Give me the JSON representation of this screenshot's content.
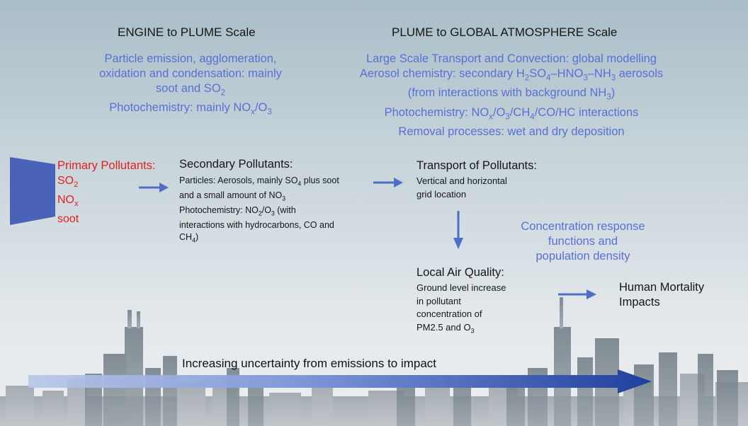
{
  "headers": {
    "engine_scale": "ENGINE to PLUME Scale",
    "global_scale": "PLUME to GLOBAL ATMOSPHERE Scale"
  },
  "engine_processes": [
    "Particle emission, agglomeration,",
    "oxidation and condensation: mainly",
    [
      "soot and SO",
      "2",
      ""
    ],
    [
      "Photochemistry: mainly NO",
      "x",
      "/O",
      "3",
      ""
    ]
  ],
  "global_processes": [
    "Large Scale Transport and Convection: global modelling",
    [
      "Aerosol chemistry: secondary H",
      "2",
      "SO",
      "4",
      "–HNO",
      "3",
      "–NH",
      "3",
      " aerosols"
    ],
    [
      "(from interactions with background NH",
      "3",
      ")"
    ],
    [
      "Photochemistry: NO",
      "x",
      "/O",
      "3",
      "/CH",
      "4",
      "/CO/HC interactions"
    ],
    "Removal processes: wet and dry deposition"
  ],
  "primary": {
    "title": "Primary Pollutants:",
    "items": [
      [
        "SO",
        "2"
      ],
      [
        "NO",
        "x"
      ],
      [
        "soot"
      ]
    ]
  },
  "secondary": {
    "title": "Secondary Pollutants:",
    "lines": [
      [
        "Particles: Aerosols, mainly SO",
        "4",
        " plus soot"
      ],
      [
        "and a small amount of NO",
        "3"
      ],
      [
        "Photochemistry: NO",
        "2",
        "/O",
        "3",
        " (with"
      ],
      "interactions with hydrocarbons, CO and",
      [
        "CH",
        "4",
        ")"
      ]
    ]
  },
  "transport": {
    "title": "Transport of Pollutants:",
    "lines": [
      "Vertical and horizontal",
      "grid location"
    ]
  },
  "concentration": [
    "Concentration response",
    "functions  and",
    "population density"
  ],
  "local_air": {
    "title": "Local Air Quality:",
    "lines": [
      "Ground level increase",
      "in pollutant",
      "concentration of",
      [
        "PM2.5 and O",
        "3"
      ]
    ]
  },
  "impacts": {
    "lines": [
      "Human Mortality",
      "Impacts"
    ]
  },
  "uncertainty": "Increasing uncertainty from emissions to impact",
  "colors": {
    "accent_blue": "#5a6fd6",
    "arrow_blue": "#4f6fc4",
    "primary_red": "#e0221b",
    "engine_block": "#4a63b8",
    "big_arrow_dark": "#1f3f9e"
  }
}
